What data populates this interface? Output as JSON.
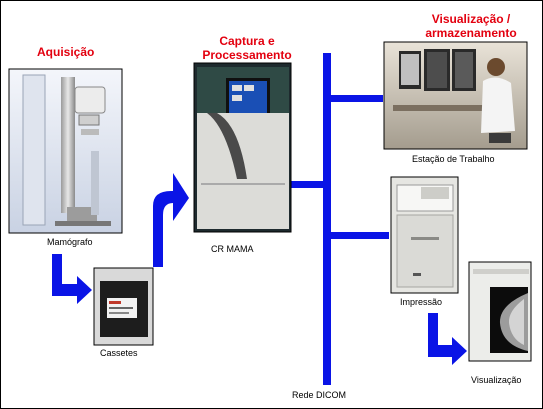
{
  "stages": {
    "aquisicao": "Aquisição",
    "captura_line1": "Captura e",
    "captura_line2": "Processamento",
    "visualizacao_line1": "Visualização /",
    "visualizacao_line2": "armazenamento"
  },
  "labels": {
    "mamografo": "Mamógrafo",
    "cassetes": "Cassetes",
    "cr_mama": "CR MAMA",
    "estacao": "Estação de Trabalho",
    "impressao": "Impressão",
    "visualizacao": "Visualização",
    "rede": "Rede DICOM"
  },
  "colors": {
    "title": "#e3000f",
    "connector": "#0a14e6",
    "frame": "#000000"
  },
  "icons": {
    "mammograph": "mammography-unit-photo",
    "cassette": "cassette-photo",
    "cr_reader": "cr-reader-photo",
    "workstation": "radiologist-workstation-photo",
    "printer": "film-printer-photo",
    "film": "mammogram-film-photo"
  }
}
